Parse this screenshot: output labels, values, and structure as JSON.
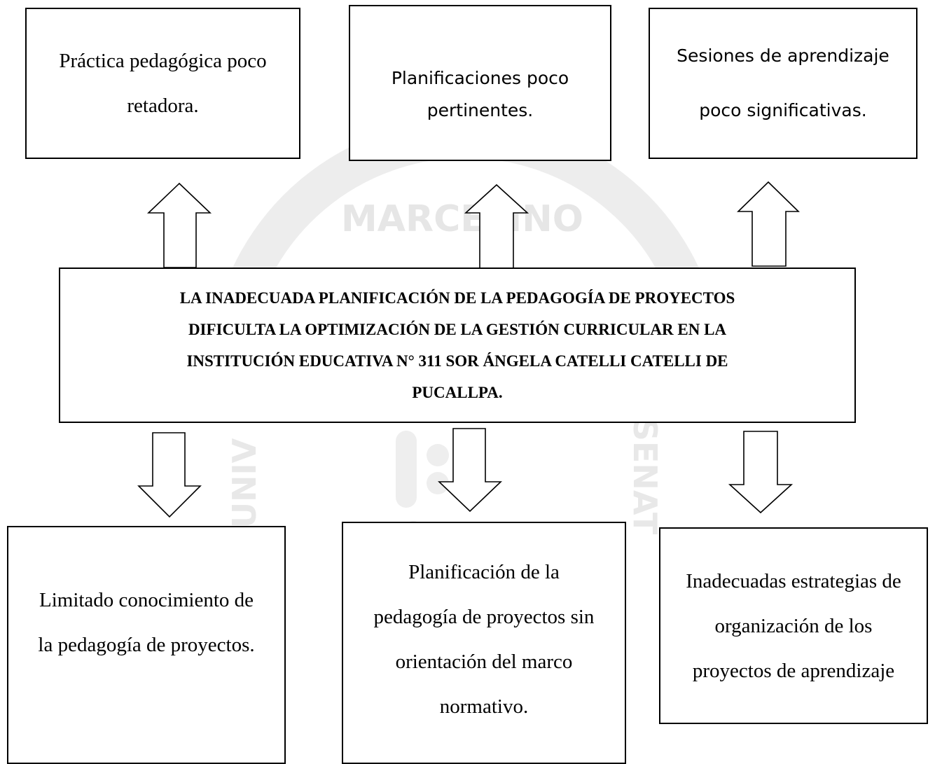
{
  "watermark": {
    "text_top": "MARCELINO",
    "text_left": "UNIV",
    "text_right": "SENAT",
    "color": "#e6e6e6"
  },
  "effects": [
    {
      "lines": [
        "Práctica pedagógica poco",
        "retadora."
      ]
    },
    {
      "lines": [
        "Planificaciones poco",
        "pertinentes."
      ]
    },
    {
      "lines": [
        "Sesiones de aprendizaje",
        "poco significativas."
      ]
    }
  ],
  "central_problem": {
    "lines": [
      "LA INADECUADA PLANIFICACIÓN DE LA PEDAGOGÍA DE PROYECTOS",
      "DIFICULTA LA OPTIMIZACIÓN DE LA GESTIÓN CURRICULAR EN  LA",
      "INSTITUCIÓN EDUCATIVA N° 311 SOR  ÁNGELA CATELLI CATELLI DE",
      "PUCALLPA."
    ]
  },
  "causes": [
    {
      "lines": [
        "Limitado  conocimiento de",
        "la  pedagogía de proyectos."
      ]
    },
    {
      "lines": [
        "Planificación de la",
        "pedagogía de proyectos sin",
        "orientación del marco",
        "normativo."
      ]
    },
    {
      "lines": [
        "Inadecuadas estrategias de",
        "organización  de los",
        "proyectos de aprendizaje"
      ]
    }
  ]
}
